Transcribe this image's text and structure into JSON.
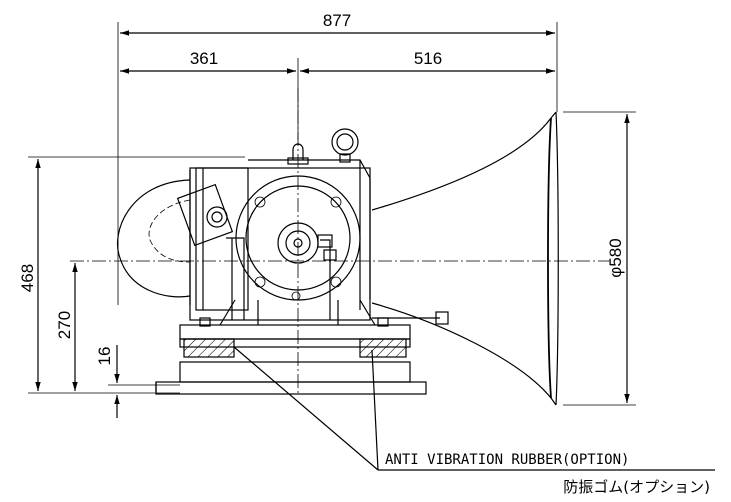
{
  "dimensions": {
    "overall_length": "877",
    "rear_length": "361",
    "front_length": "516",
    "total_height": "468",
    "center_height": "270",
    "base_height": "16",
    "horn_diameter": "φ580"
  },
  "annotation": {
    "label_en": "ANTI VIBRATION RUBBER(OPTION)",
    "label_jp": "防振ゴム(オプション)"
  }
}
